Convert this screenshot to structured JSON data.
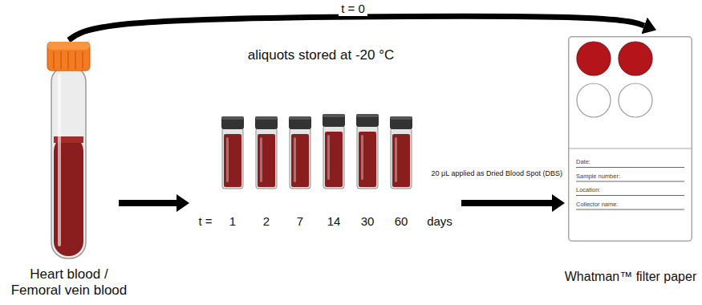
{
  "diagram": {
    "nodes": [
      {
        "text": [
          "Heart blood / Femoral vein blood"
        ]
      },
      {
        "text": [
          "aliquots stored at -20 °C"
        ]
      },
      {
        "text": [
          "Date:",
          "Sample number:",
          "Location:",
          "Collector name:",
          "Whatman™ filter paper"
        ]
      }
    ],
    "edges": [
      {
        "from": 0,
        "to": 1,
        "arrow": "to"
      },
      {
        "from": 1,
        "to": 2,
        "label": "20 μL applied as Dried Blood Spot (DBS)",
        "arrow": "to"
      },
      {
        "from": 0,
        "to": 2,
        "label": "t = 0",
        "arrow": "to"
      }
    ],
    "labels": [
      "t =",
      "1",
      "2",
      "7",
      "14",
      "30",
      "60",
      "days"
    ]
  }
}
